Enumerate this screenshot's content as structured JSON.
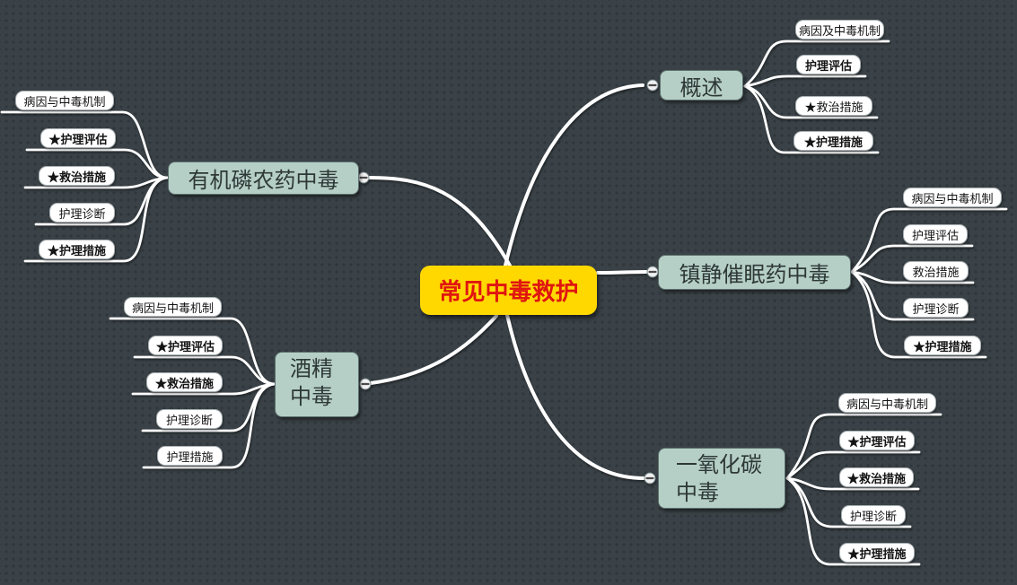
{
  "central": {
    "label": "常见中毒救护"
  },
  "branches": [
    {
      "label": "概述",
      "children": [
        {
          "label": "病因及中毒机制",
          "emphasis": false
        },
        {
          "label": "护理评估",
          "emphasis": true
        },
        {
          "label": "★救治措施",
          "emphasis": false
        },
        {
          "label": "★护理措施",
          "emphasis": true
        }
      ]
    },
    {
      "label": "镇静催眠药中毒",
      "children": [
        {
          "label": "病因与中毒机制",
          "emphasis": false
        },
        {
          "label": "护理评估",
          "emphasis": false
        },
        {
          "label": "救治措施",
          "emphasis": false
        },
        {
          "label": "护理诊断",
          "emphasis": false
        },
        {
          "label": "★护理措施",
          "emphasis": true
        }
      ]
    },
    {
      "label": "一氧化碳\n中毒",
      "children": [
        {
          "label": "病因与中毒机制",
          "emphasis": false
        },
        {
          "label": "★护理评估",
          "emphasis": true
        },
        {
          "label": "★救治措施",
          "emphasis": true
        },
        {
          "label": "护理诊断",
          "emphasis": false
        },
        {
          "label": "★护理措施",
          "emphasis": true
        }
      ]
    },
    {
      "label": "有机磷农药中毒",
      "children": [
        {
          "label": "病因与中毒机制",
          "emphasis": false
        },
        {
          "label": "★护理评估",
          "emphasis": true
        },
        {
          "label": "★救治措施",
          "emphasis": true
        },
        {
          "label": "护理诊断",
          "emphasis": false
        },
        {
          "label": "★护理措施",
          "emphasis": true
        }
      ]
    },
    {
      "label": "酒精\n中毒",
      "children": [
        {
          "label": "病因与中毒机制",
          "emphasis": false
        },
        {
          "label": "★护理评估",
          "emphasis": true
        },
        {
          "label": "★救治措施",
          "emphasis": true
        },
        {
          "label": "护理诊断",
          "emphasis": false
        },
        {
          "label": "护理措施",
          "emphasis": false
        }
      ]
    }
  ],
  "colors": {
    "bg": "#3a4247",
    "bg-dot": "#2f373c",
    "line": "#ffffff",
    "central-fill": "#ffd800",
    "central-text": "#e01510",
    "topic-fill": "#b5cfc6",
    "topic-text": "#2e3836",
    "topic-border": "#5d706d",
    "leaf-fill": "#ffffff",
    "leaf-text": "#141414",
    "leaf-border": "#a9b0b3",
    "handle-fill": "#f0f0f0",
    "handle-slot": "#4a4a4a"
  }
}
